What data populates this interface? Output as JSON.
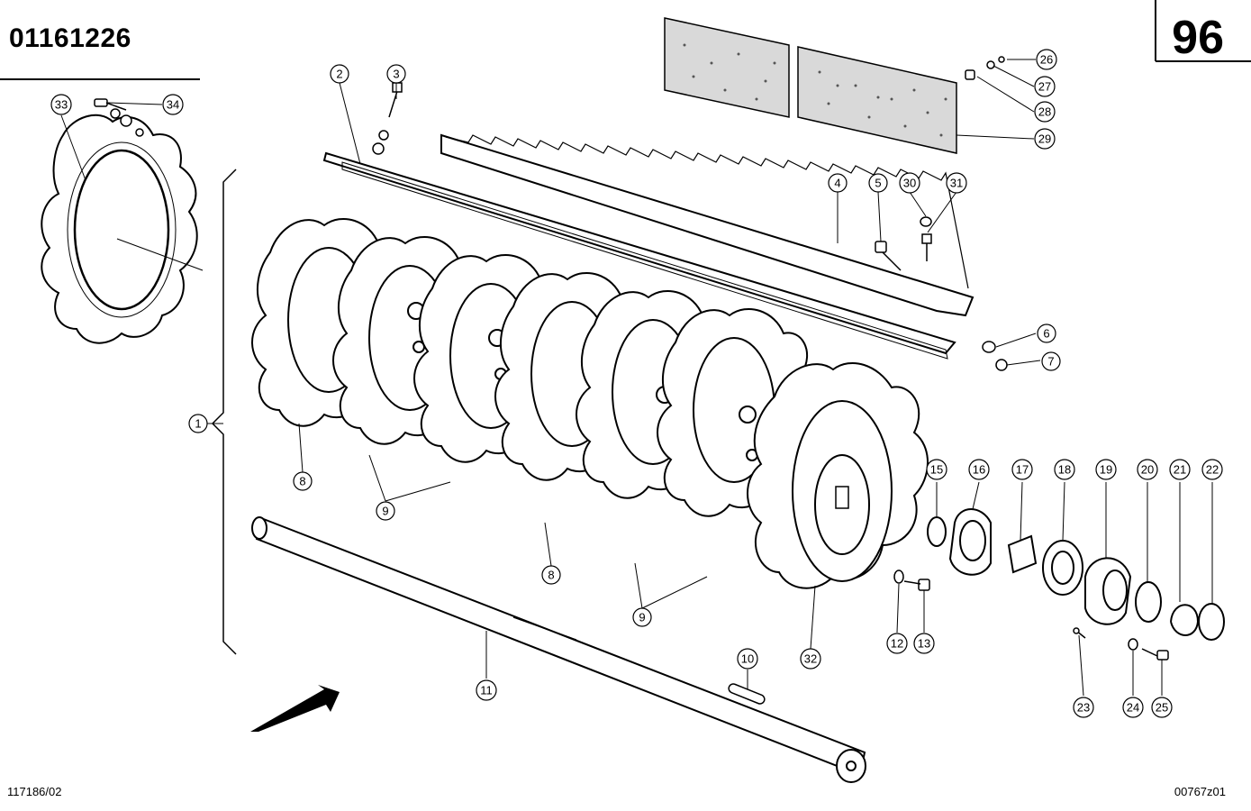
{
  "header": {
    "doc_number": "01161226",
    "page_number": "96"
  },
  "footer": {
    "left_code": "117186/02",
    "right_code": "00767z01"
  },
  "callouts": [
    {
      "id": "c1",
      "label": "1"
    },
    {
      "id": "c2",
      "label": "2"
    },
    {
      "id": "c3",
      "label": "3"
    },
    {
      "id": "c4",
      "label": "4"
    },
    {
      "id": "c5",
      "label": "5"
    },
    {
      "id": "c6",
      "label": "6"
    },
    {
      "id": "c7",
      "label": "7"
    },
    {
      "id": "c8a",
      "label": "8"
    },
    {
      "id": "c8b",
      "label": "8"
    },
    {
      "id": "c9a",
      "label": "9"
    },
    {
      "id": "c9b",
      "label": "9"
    },
    {
      "id": "c10",
      "label": "10"
    },
    {
      "id": "c11",
      "label": "11"
    },
    {
      "id": "c12",
      "label": "12"
    },
    {
      "id": "c13",
      "label": "13"
    },
    {
      "id": "c15",
      "label": "15"
    },
    {
      "id": "c16",
      "label": "16"
    },
    {
      "id": "c17",
      "label": "17"
    },
    {
      "id": "c18",
      "label": "18"
    },
    {
      "id": "c19",
      "label": "19"
    },
    {
      "id": "c20",
      "label": "20"
    },
    {
      "id": "c21",
      "label": "21"
    },
    {
      "id": "c22",
      "label": "22"
    },
    {
      "id": "c23",
      "label": "23"
    },
    {
      "id": "c24",
      "label": "24"
    },
    {
      "id": "c25",
      "label": "25"
    },
    {
      "id": "c26",
      "label": "26"
    },
    {
      "id": "c27",
      "label": "27"
    },
    {
      "id": "c28",
      "label": "28"
    },
    {
      "id": "c29",
      "label": "29"
    },
    {
      "id": "c30",
      "label": "30"
    },
    {
      "id": "c31",
      "label": "31"
    },
    {
      "id": "c32",
      "label": "32"
    },
    {
      "id": "c33",
      "label": "33"
    },
    {
      "id": "c34",
      "label": "34"
    }
  ],
  "arrow_icon": "direction-arrow-icon"
}
